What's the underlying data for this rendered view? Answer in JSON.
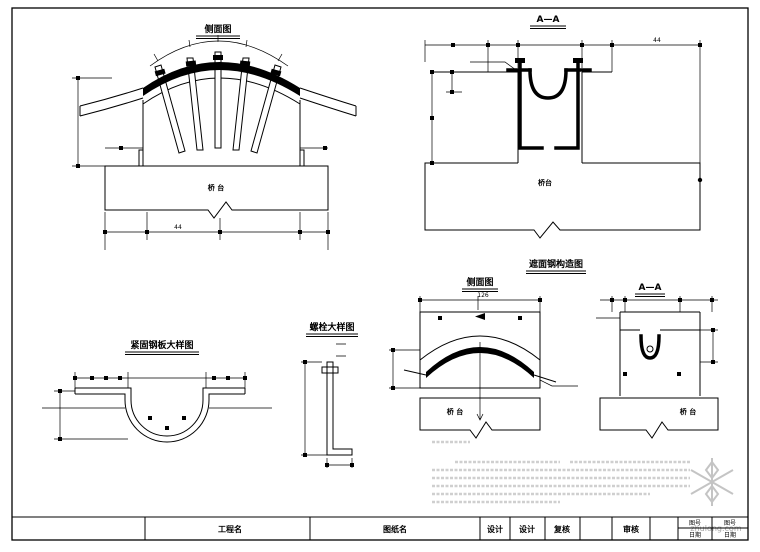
{
  "views": {
    "side_view": {
      "title": "侧面图",
      "abutment": "桥 台",
      "dim_bottom": "44"
    },
    "section_view": {
      "title": "A—A",
      "abutment": "桥台",
      "dim_top": "44"
    },
    "detail_group": {
      "title": "遮面钢构造图"
    },
    "detail_side_view": {
      "title": "侧面图",
      "abutment": "桥 台",
      "dim_top": "126"
    },
    "detail_section_view": {
      "title": "A—A",
      "abutment": "桥 台"
    },
    "plate_detail": {
      "title": "紧固钢板大样图"
    },
    "bolt_detail": {
      "title": "螺栓大样图"
    }
  },
  "title_block": {
    "project_name": "工程名",
    "drawing_name": "图纸名",
    "design_1": "设计",
    "design_2": "设计",
    "check": "复核",
    "review": "审核",
    "drawing_no_1": "图号",
    "date_1": "日期",
    "drawing_no_2": "图号",
    "date_2": "日期"
  },
  "watermark": {
    "text": "zhulong.com"
  }
}
